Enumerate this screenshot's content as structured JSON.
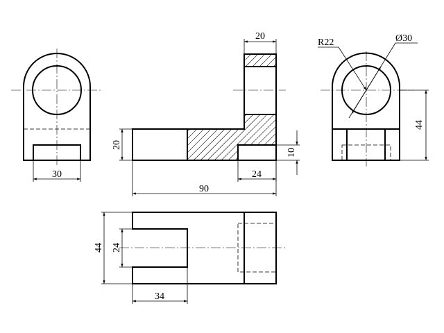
{
  "dimensions": {
    "width_30": "30",
    "height_20_left": "20",
    "total_90": "90",
    "right_24": "24",
    "right_10": "10",
    "top_20": "20",
    "radius_22": "R22",
    "diameter_30": "Ø30",
    "height_44_right": "44",
    "plan_44": "44",
    "plan_24": "24",
    "plan_34": "34"
  },
  "colors": {
    "line": "#000000",
    "background": "#ffffff"
  }
}
